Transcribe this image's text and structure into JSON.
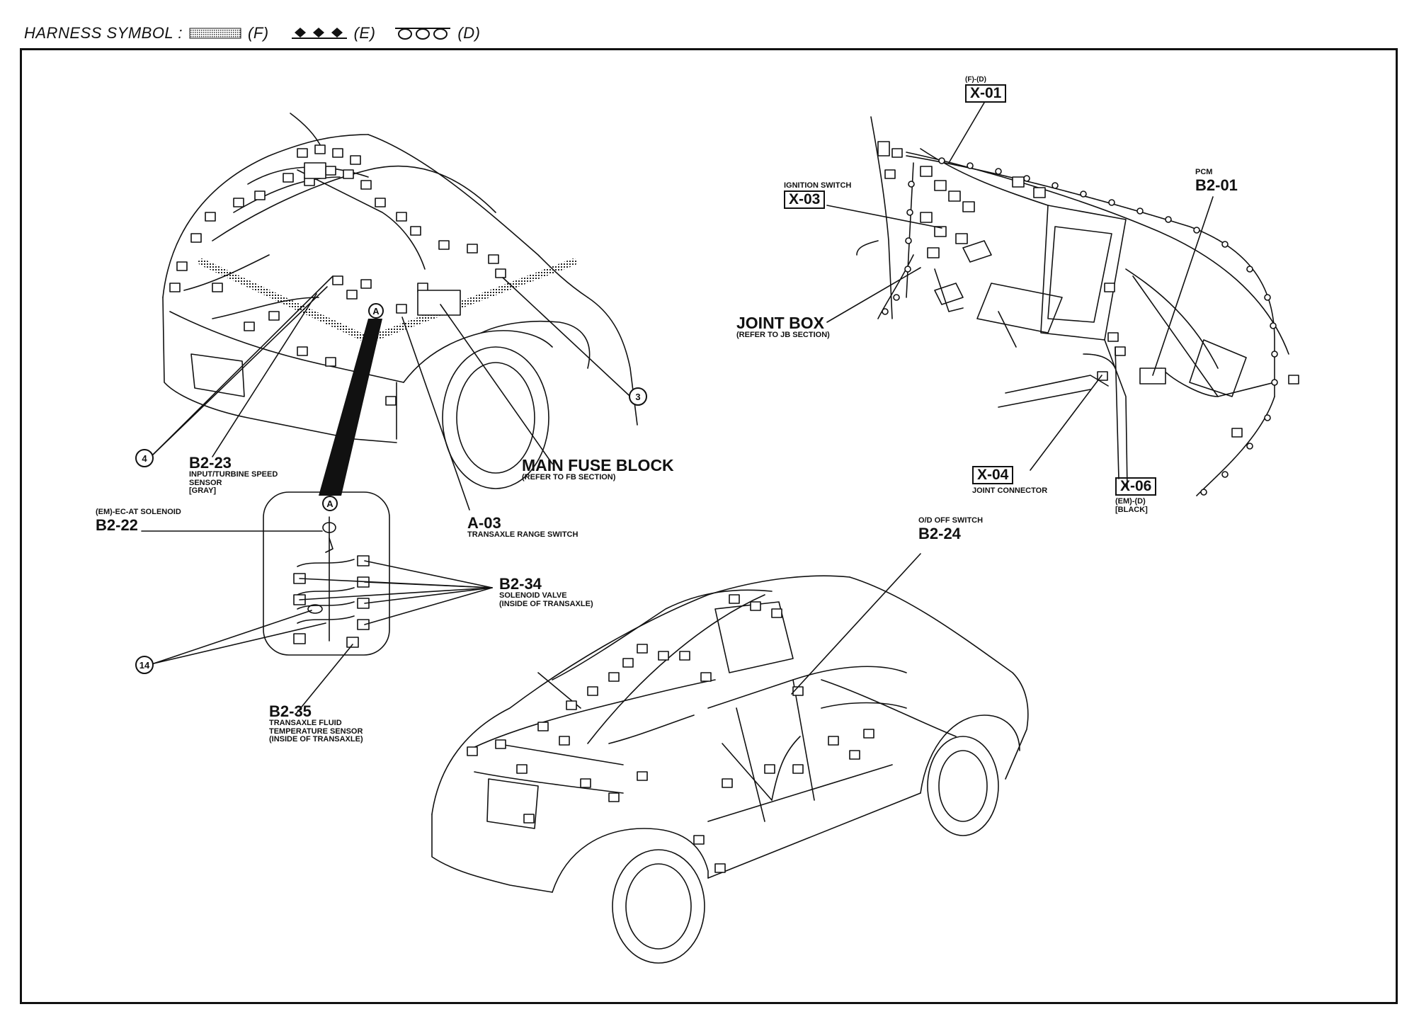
{
  "header": {
    "label": "HARNESS SYMBOL :",
    "symbols": [
      {
        "code": "(F)"
      },
      {
        "code": "(E)"
      },
      {
        "code": "(D)"
      }
    ]
  },
  "engine": {
    "b2_23": {
      "id": "B2-23",
      "desc1": "INPUT/TURBINE SPEED",
      "desc2": "SENSOR",
      "desc3": "[GRAY]"
    },
    "b2_22": {
      "prefix": "(EM)-EC-AT SOLENOID",
      "id": "B2-22"
    },
    "main_fuse": {
      "name": "MAIN FUSE BLOCK",
      "desc": "(REFER TO FB SECTION)"
    },
    "a_03": {
      "id": "A-03",
      "desc": "TRANSAXLE RANGE SWITCH"
    },
    "b2_34": {
      "id": "B2-34",
      "desc1": "SOLENOID VALVE",
      "desc2": "(INSIDE OF TRANSAXLE)"
    },
    "b2_35": {
      "id": "B2-35",
      "desc1": "TRANSAXLE FLUID",
      "desc2": "TEMPERATURE SENSOR",
      "desc3": "(INSIDE OF TRANSAXLE)"
    },
    "circle_3": "3",
    "circle_4": "4",
    "circle_14": "14",
    "circle_a": "A"
  },
  "dash": {
    "x_01": {
      "prefix": "(F)-(D)",
      "id": "X-01"
    },
    "x_03": {
      "prefix": "IGNITION SWITCH",
      "id": "X-03"
    },
    "pcm": {
      "prefix": "PCM",
      "id": "B2-01"
    },
    "joint_box": {
      "name": "JOINT BOX",
      "desc": "(REFER TO JB SECTION)"
    },
    "x_04": {
      "id": "X-04",
      "desc": "JOINT CONNECTOR"
    },
    "x_06": {
      "id": "X-06",
      "desc1": "(EM)-(D)",
      "desc2": "[BLACK]"
    }
  },
  "rear": {
    "b2_24": {
      "prefix": "O/D OFF SWITCH",
      "id": "B2-24"
    }
  }
}
